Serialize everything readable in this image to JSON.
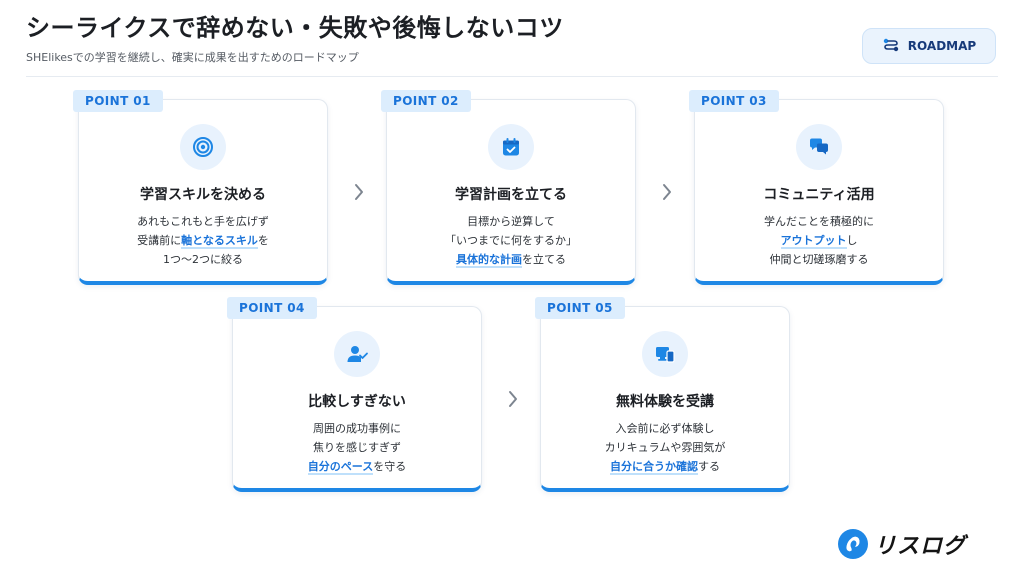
{
  "header": {
    "title": "シーライクスで辞めない・失敗や後悔しないコツ",
    "subtitle": "SHElikesでの学習を継続し、確実に成果を出すためのロードマップ",
    "roadmap_label": "ROADMAP"
  },
  "cards": [
    {
      "badge": "POINT 01",
      "icon": "target-icon",
      "title": "学習スキルを決める",
      "l1": "あれもこれもと手を広げず",
      "l2a": "受講前に",
      "l2b": "軸となるスキル",
      "l2c": "を",
      "l3": "1つ〜2つに絞る"
    },
    {
      "badge": "POINT 02",
      "icon": "calendar-check-icon",
      "title": "学習計画を立てる",
      "l1": "目標から逆算して",
      "l2": "「いつまでに何をするか」",
      "l3a": "具体的な計画",
      "l3b": "を立てる"
    },
    {
      "badge": "POINT 03",
      "icon": "chat-bubbles-icon",
      "title": "コミュニティ活用",
      "l1": "学んだことを積極的に",
      "l2a": "アウトプット",
      "l2b": "し",
      "l3": "仲間と切磋琢磨する"
    },
    {
      "badge": "POINT 04",
      "icon": "user-check-icon",
      "title": "比較しすぎない",
      "l1": "周囲の成功事例に",
      "l2": "焦りを感じすぎず",
      "l3a": "自分のペース",
      "l3b": "を守る"
    },
    {
      "badge": "POINT 05",
      "icon": "devices-icon",
      "title": "無料体験を受講",
      "l1": "入会前に必ず体験し",
      "l2": "カリキュラムや雰囲気が",
      "l3a": "自分に合うか確認",
      "l3b": "する"
    }
  ],
  "footer": {
    "logo_text": "リスログ"
  },
  "colors": {
    "accent": "#1e87e5",
    "badge_bg": "#dcedfd",
    "highlight_text": "#1a73d9"
  }
}
